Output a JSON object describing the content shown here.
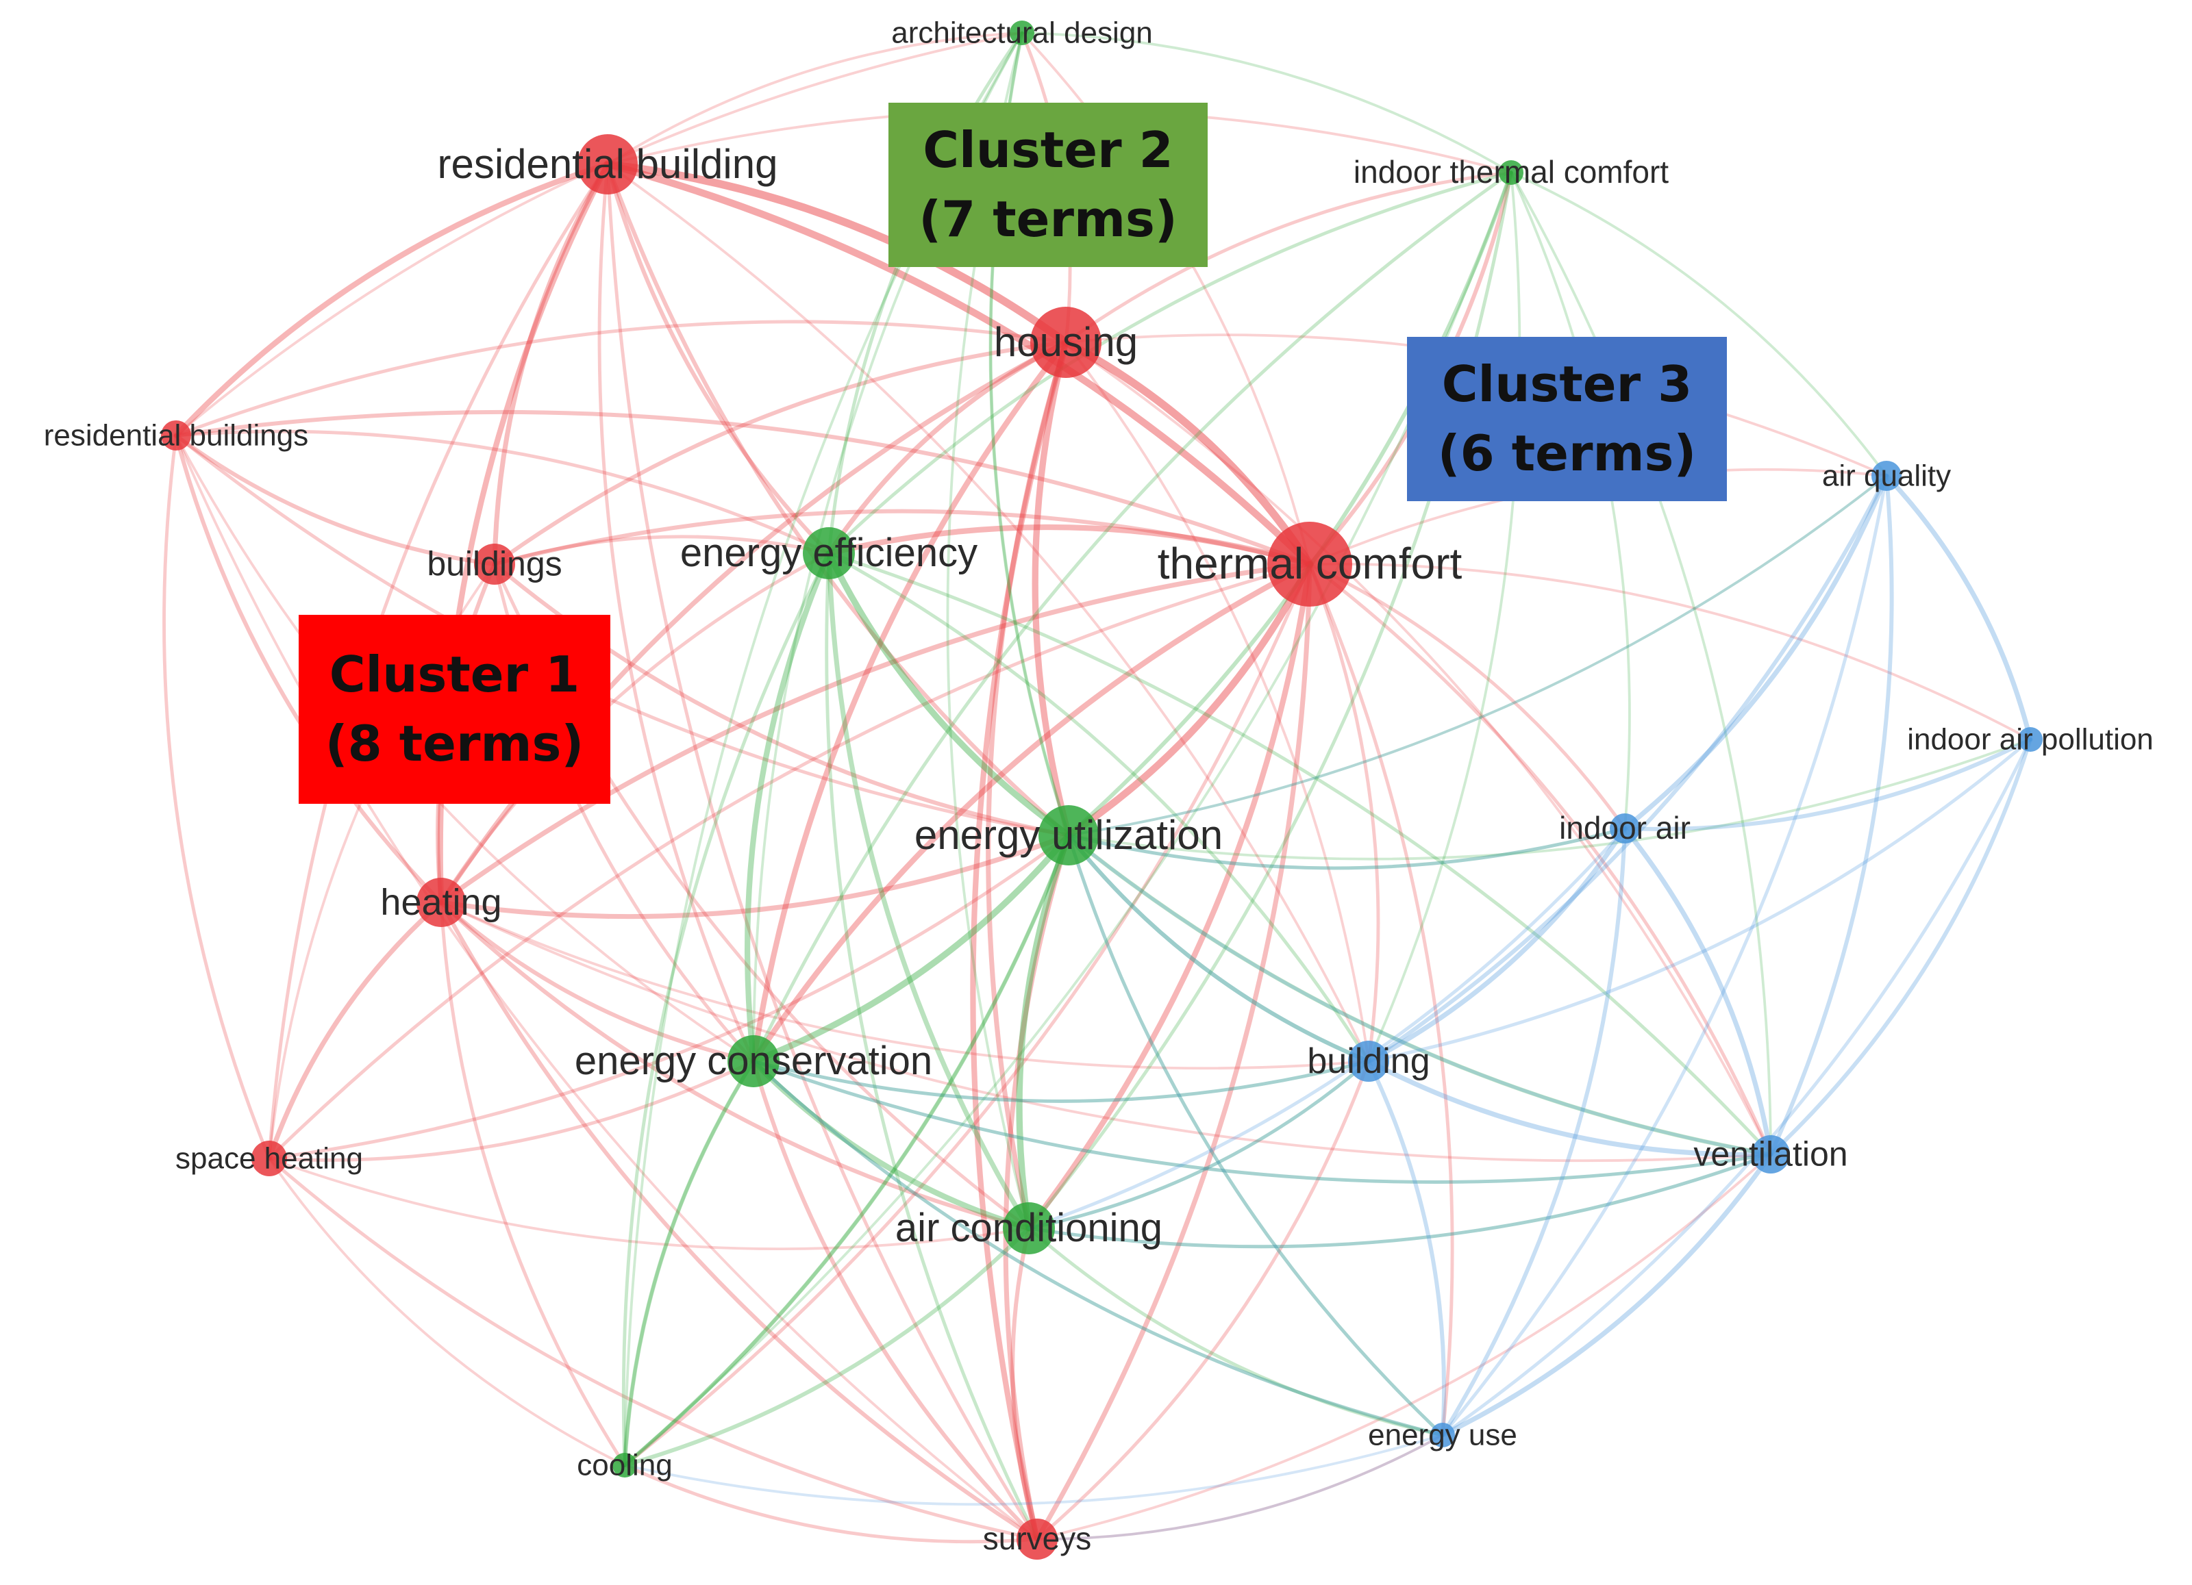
{
  "colors": {
    "cluster1": "#e8383d",
    "cluster2": "#2fa83c",
    "cluster3": "#4a95dc",
    "box1": "#ff0000",
    "box2": "#6aa640",
    "box3": "#4472c4"
  },
  "clusters": [
    {
      "id": 1,
      "title": "Cluster 1",
      "subtitle": "(8 terms)"
    },
    {
      "id": 2,
      "title": "Cluster 2",
      "subtitle": "(7 terms)"
    },
    {
      "id": 3,
      "title": "Cluster 3",
      "subtitle": "(6 terms)"
    }
  ],
  "terms": [
    {
      "label": "architectural design",
      "cluster": 2
    },
    {
      "label": "residential building",
      "cluster": 1
    },
    {
      "label": "indoor thermal comfort",
      "cluster": 2
    },
    {
      "label": "housing",
      "cluster": 1
    },
    {
      "label": "residential buildings",
      "cluster": 1
    },
    {
      "label": "air quality",
      "cluster": 3
    },
    {
      "label": "buildings",
      "cluster": 1
    },
    {
      "label": "energy efficiency",
      "cluster": 2
    },
    {
      "label": "thermal comfort",
      "cluster": 1
    },
    {
      "label": "indoor air pollution",
      "cluster": 3
    },
    {
      "label": "indoor air",
      "cluster": 3
    },
    {
      "label": "energy utilization",
      "cluster": 2
    },
    {
      "label": "heating",
      "cluster": 1
    },
    {
      "label": "energy conservation",
      "cluster": 2
    },
    {
      "label": "building",
      "cluster": 3
    },
    {
      "label": "space heating",
      "cluster": 1
    },
    {
      "label": "ventilation",
      "cluster": 3
    },
    {
      "label": "air conditioning",
      "cluster": 2
    },
    {
      "label": "energy use",
      "cluster": 3
    },
    {
      "label": "cooling",
      "cluster": 2
    },
    {
      "label": "surveys",
      "cluster": 1
    }
  ]
}
